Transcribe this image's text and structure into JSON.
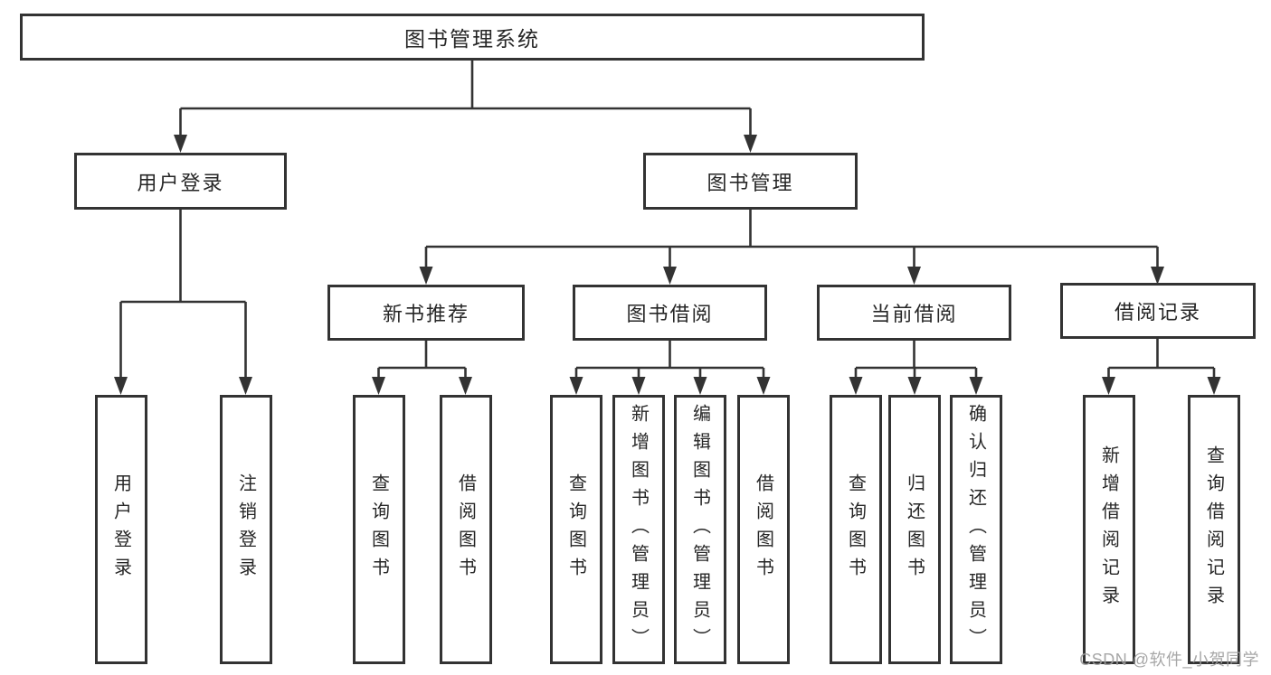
{
  "diagram": {
    "type": "hierarchy-tree",
    "title": "图书管理系统"
  },
  "nodes": {
    "root": {
      "label": "图书管理系统"
    },
    "user_login": {
      "label": "用户登录"
    },
    "book_mgmt": {
      "label": "图书管理"
    },
    "new_book_rec": {
      "label": "新书推荐"
    },
    "book_borrow": {
      "label": "图书借阅"
    },
    "current_borrow": {
      "label": "当前借阅"
    },
    "borrow_records": {
      "label": "借阅记录"
    },
    "leaf_user_login": {
      "label": "用户登录"
    },
    "leaf_logout": {
      "label": "注销登录"
    },
    "leaf_nbr_query_books": {
      "label": "查询图书"
    },
    "leaf_nbr_borrow_books": {
      "label": "借阅图书"
    },
    "leaf_bb_query_books": {
      "label": "查询图书"
    },
    "leaf_bb_add_books": {
      "label": "新增图书（管理员）"
    },
    "leaf_bb_edit_books": {
      "label": "编辑图书（管理员）"
    },
    "leaf_bb_borrow_books": {
      "label": "借阅图书"
    },
    "leaf_cb_query_books": {
      "label": "查询图书"
    },
    "leaf_cb_return_books": {
      "label": "归还图书"
    },
    "leaf_cb_confirm_return": {
      "label": "确认归还（管理员）"
    },
    "leaf_br_add_record": {
      "label": "新增借阅记录"
    },
    "leaf_br_query_record": {
      "label": "查询借阅记录"
    }
  },
  "hierarchy": {
    "root": [
      "user_login",
      "book_mgmt"
    ],
    "user_login": [
      "leaf_user_login",
      "leaf_logout"
    ],
    "book_mgmt": [
      "new_book_rec",
      "book_borrow",
      "current_borrow",
      "borrow_records"
    ],
    "new_book_rec": [
      "leaf_nbr_query_books",
      "leaf_nbr_borrow_books"
    ],
    "book_borrow": [
      "leaf_bb_query_books",
      "leaf_bb_add_books",
      "leaf_bb_edit_books",
      "leaf_bb_borrow_books"
    ],
    "current_borrow": [
      "leaf_cb_query_books",
      "leaf_cb_return_books",
      "leaf_cb_confirm_return"
    ],
    "borrow_records": [
      "leaf_br_add_record",
      "leaf_br_query_record"
    ]
  },
  "colors": {
    "line": "#333333",
    "box_border": "#333333",
    "box_fill": "#ffffff",
    "text": "#262626",
    "background": "#ffffff",
    "watermark": "#a3a3a3"
  },
  "watermark": {
    "text": "CSDN @软件_小贺同学"
  }
}
